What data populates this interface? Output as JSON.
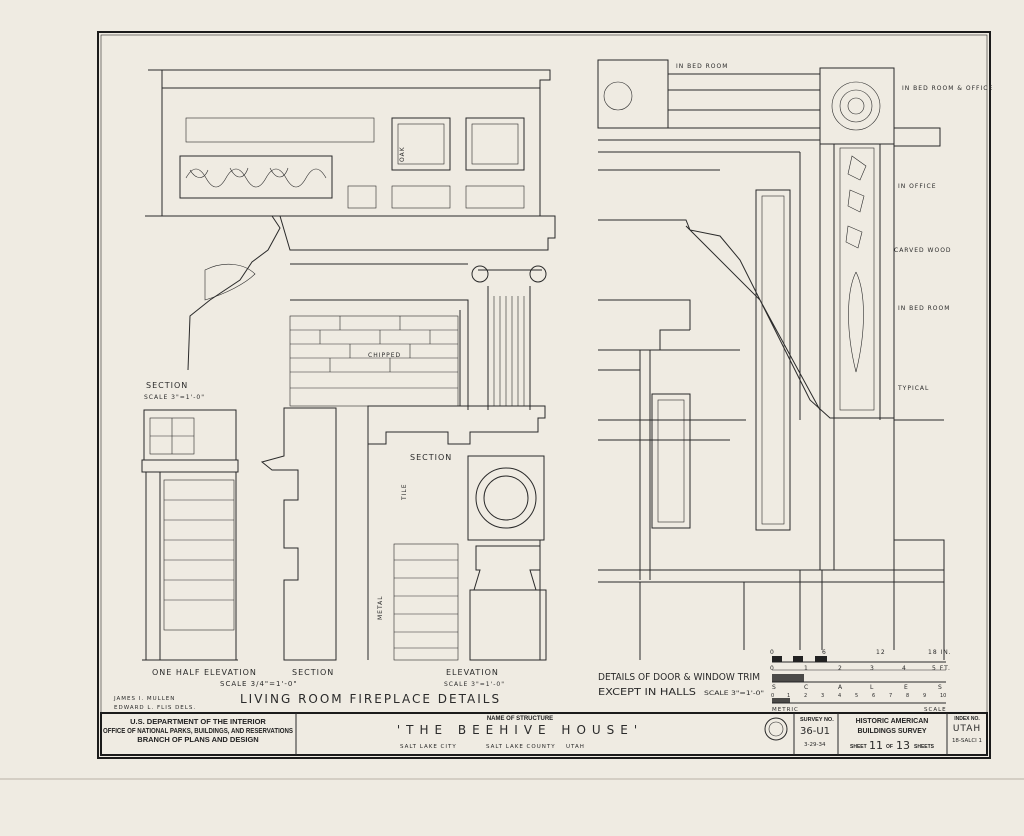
{
  "drawing": {
    "left_labels": {
      "section_top": "SECTION",
      "section_top_scale": "SCALE 3\"=1'-0\"",
      "chipped": "CHIPPED",
      "oak": "OAK",
      "section_mid": "SECTION",
      "tile": "TILE",
      "metal": "METAL",
      "one_half_elevation": "ONE HALF ELEVATION",
      "section_bottom": "SECTION",
      "scale_section": "SCALE 3/4\"=1'-0\"",
      "elevation": "ELEVATION",
      "elevation_scale": "SCALE 3\"=1'-0\"",
      "panel_title": "LIVING ROOM FIREPLACE DETAILS",
      "delineator_1": "JAMES I. MULLEN",
      "delineator_2": "EDWARD L. FLIS DELS."
    },
    "right_labels": {
      "in_bed_room_top": "IN BED ROOM",
      "in_bed_room_office": "IN BED ROOM & OFFICE",
      "in_office": "IN OFFICE",
      "carved_wood": "CARVED WOOD",
      "in_bed_room": "IN BED ROOM",
      "typical": "TYPICAL",
      "title_line1": "DETAILS OF DOOR & WINDOW TRIM",
      "title_line2": "EXCEPT IN HALLS",
      "scale": "SCALE 3\"=1'-0\""
    },
    "scale_bar": {
      "in_ticks": [
        "0",
        "6",
        "12",
        "18 IN."
      ],
      "ft_ticks": [
        "0",
        "1",
        "2",
        "3",
        "4",
        "5 FT."
      ],
      "scale_letters": [
        "S",
        "C",
        "A",
        "L",
        "E",
        "S"
      ],
      "metric_ticks": [
        "0",
        "1",
        "2",
        "3",
        "4",
        "5",
        "6",
        "7",
        "8",
        "9",
        "10"
      ],
      "metric_label": "METRIC",
      "scale_label": "SCALE"
    }
  },
  "title_block": {
    "agency_line1": "U.S. DEPARTMENT OF THE INTERIOR",
    "agency_line2": "OFFICE OF NATIONAL PARKS, BUILDINGS, AND RESERVATIONS",
    "agency_line3": "BRANCH OF PLANS AND DESIGN",
    "name_label": "NAME OF STRUCTURE",
    "structure_name": "'THE  BEEHIVE  HOUSE'",
    "city": "SALT LAKE CITY",
    "county": "SALT LAKE COUNTY",
    "state": "UTAH",
    "survey_label": "SURVEY NO.",
    "survey_no": "36-U1",
    "survey_date": "3-29-34",
    "habs_line1": "HISTORIC AMERICAN",
    "habs_line2": "BUILDINGS SURVEY",
    "sheet_word": "SHEET",
    "sheet_no": "11",
    "of_word": "OF",
    "sheet_total": "13",
    "sheets_word": "SHEETS",
    "index_label": "INDEX NO.",
    "index_state": "UTAH",
    "index_code": "18-SALCI 1"
  }
}
